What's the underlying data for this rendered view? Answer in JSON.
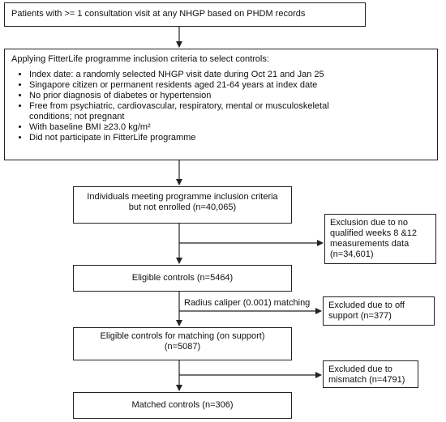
{
  "boxes": {
    "top": "Patients with >= 1 consultation visit at any NHGP based on PHDM records",
    "criteria_title": "Applying FitterLife programme inclusion criteria to select controls:",
    "criteria": [
      "Index date: a randomly selected NHGP visit date during Oct 21 and Jan 25",
      "Singapore citizen or permanent residents aged 21-64 years at index date",
      "No prior diagnosis of diabetes or hypertension",
      "Free from psychiatric, cardiovascular, respiratory, mental or musculoskeletal conditions; not pregnant",
      "With baseline BMI ≥23.0 kg/m²",
      "Did not participate in FitterLife programme"
    ],
    "meeting": "Individuals meeting programme inclusion criteria but not enrolled (n=40,065)",
    "exclusion1": "Exclusion due to no qualified weeks 8 &12 measurements data (n=34,601)",
    "eligible": "Eligible controls (n=5464)",
    "matching_label": "Radius caliper (0.001) matching",
    "exclusion2": "Excluded due to off support (n=377)",
    "on_support": "Eligible controls for matching (on support) (n=5087)",
    "exclusion3": "Excluded due to mismatch (n=4791)",
    "matched": "Matched controls (n=306)"
  }
}
